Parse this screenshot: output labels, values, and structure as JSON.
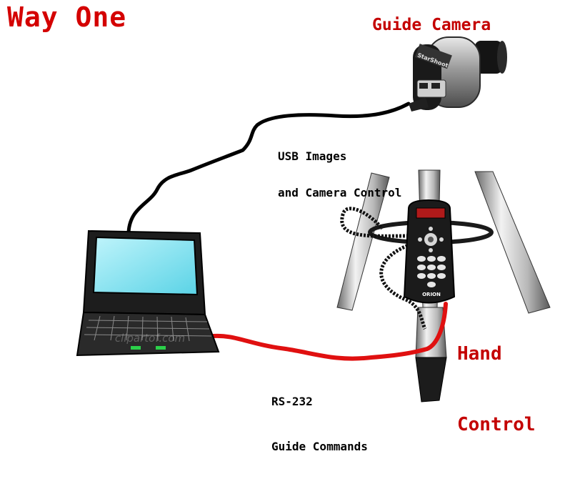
{
  "title": "Way One",
  "labels": {
    "guide_camera": "Guide Camera",
    "usb_line1": "USB Images",
    "usb_line2": "and Camera Control",
    "rs232_line1": "RS-232",
    "rs232_line2": "Guide Commands",
    "hand_line1": "Hand",
    "hand_line2": "Control"
  },
  "camera_branding": "StarShoot",
  "hand_controller_brand": "ORION",
  "watermark": "clipartof.com",
  "colors": {
    "title_red": "#d40000",
    "label_red": "#c40000",
    "usb_cable": "#000000",
    "serial_cable": "#e01010",
    "laptop_screen": "#7fe3f0"
  },
  "icons": [
    "laptop-icon",
    "guide-camera-icon",
    "hand-controller-icon",
    "tripod-icon"
  ]
}
